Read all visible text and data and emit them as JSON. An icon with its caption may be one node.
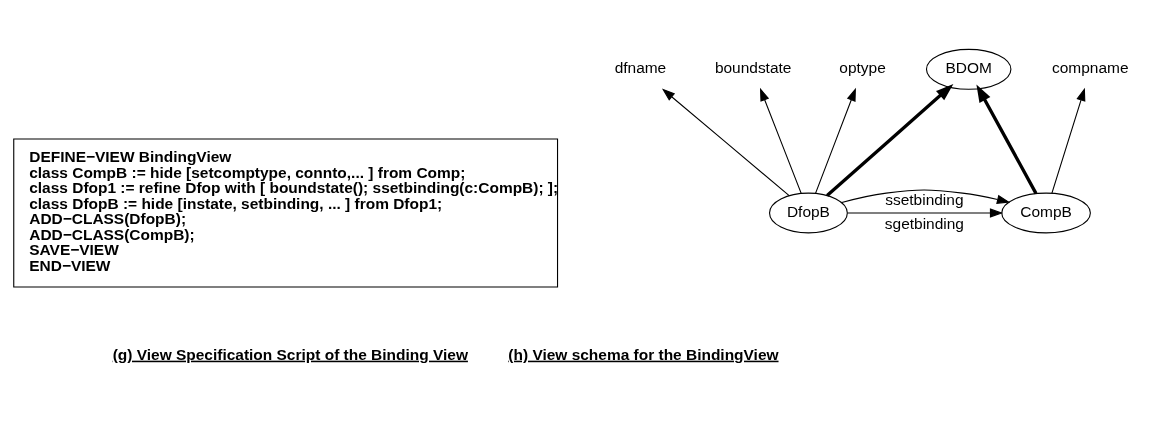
{
  "diagram": {
    "nodes": [
      {
        "text": [
          "DEFINE−VIEW BindingView",
          "class CompB := hide [setcomptype, connto,... ] from Comp;",
          "class Dfop1 := refine Dfop with [ boundstate(); ssetbinding(c:CompB); ];",
          "class DfopB := hide [instate, setbinding, ... ] from Dfop1;",
          "ADD−CLASS(DfopB);",
          "ADD−CLASS(CompB);",
          "SAVE−VIEW",
          "END−VIEW"
        ]
      },
      {
        "text": [
          "BDOM"
        ]
      },
      {
        "text": [
          "boundstate"
        ]
      },
      {
        "text": [
          "DfopB"
        ]
      },
      {
        "text": [
          "CompB"
        ]
      },
      {
        "text": [
          "compname"
        ]
      },
      {
        "text": [
          "optype"
        ]
      },
      {
        "text": [
          "dfname"
        ]
      }
    ],
    "edges": [
      {
        "from": 3,
        "to": 1,
        "arrow": "to",
        "style": "thick"
      },
      {
        "from": 4,
        "to": 1,
        "arrow": "to",
        "style": "thick"
      },
      {
        "from": 3,
        "to": 2,
        "arrow": "to"
      },
      {
        "from": 3,
        "to": 4,
        "arrow": "to",
        "label": "sgetbinding"
      },
      {
        "from": 3,
        "to": 4,
        "arrow": "to",
        "label": "ssetbinding"
      },
      {
        "from": 4,
        "to": 5,
        "arrow": "to"
      },
      {
        "from": 3,
        "to": 6,
        "arrow": "to"
      },
      {
        "from": 3,
        "to": 7,
        "arrow": "to"
      }
    ],
    "labels": [
      "(g) View Specification Script of the Binding View",
      "(h) View schema for the BindingView"
    ]
  }
}
